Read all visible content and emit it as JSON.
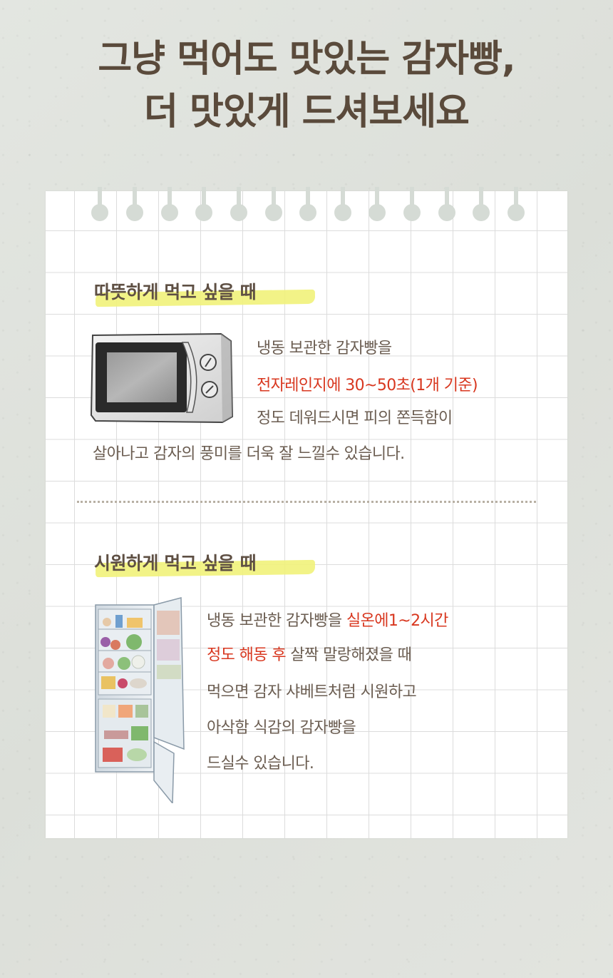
{
  "headline": {
    "line1": "그냥 먹어도 맛있는 감자빵,",
    "line2": "더 맛있게 드셔보세요"
  },
  "colors": {
    "title": "#5a4a3b",
    "body": "#6b5d51",
    "accent_red": "#d8371f",
    "highlight_yellow": "#f1f27a",
    "background": "#e0e3de",
    "paper": "#ffffff",
    "grid": "#dcdcdc"
  },
  "sections": [
    {
      "title": "따뜻하게 먹고 싶을 때",
      "illustration": "microwave-icon",
      "lines": [
        {
          "text": "냉동 보관한 감자빵을"
        },
        {
          "red": "전자레인지에 30~50초(1개 기준)"
        },
        {
          "text": "정도 데워드시면 피의 쫀득함이"
        },
        {
          "text": "살아나고 감자의 풍미를 더욱 잘 느낄수 있습니다."
        }
      ]
    },
    {
      "title": "시원하게 먹고 싶을 때",
      "illustration": "refrigerator-icon",
      "lines": [
        {
          "text": "냉동 보관한 감자빵을 ",
          "red": "실온에1~2시간"
        },
        {
          "red": "정도 해동 후",
          "text": " 살짝 말랑해졌을 때"
        },
        {
          "text": "먹으면 감자 샤베트처럼 시원하고"
        },
        {
          "text": "아삭함 식감의 감자빵을"
        },
        {
          "text": "드실수 있습니다."
        }
      ]
    }
  ]
}
